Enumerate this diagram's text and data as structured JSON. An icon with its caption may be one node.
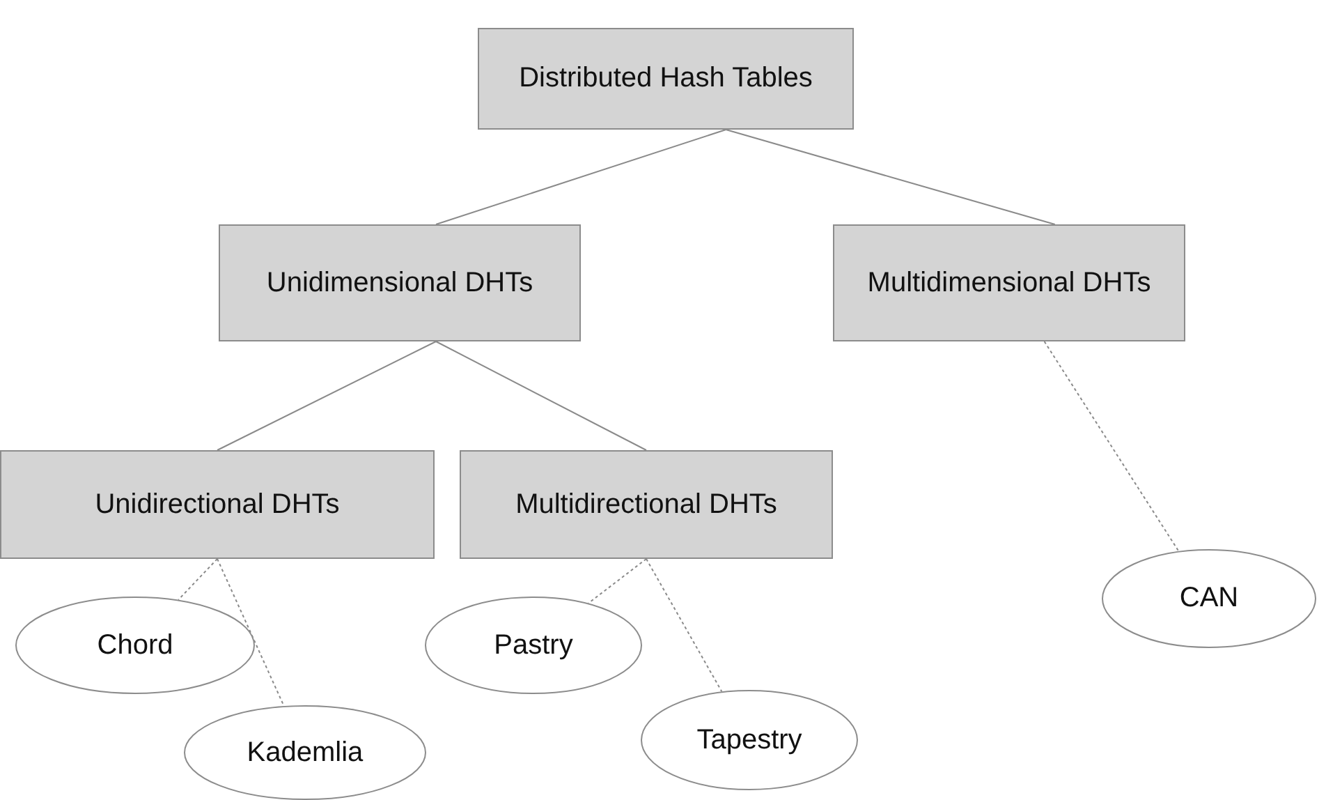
{
  "diagram": {
    "nodes": [
      {
        "text": [
          "Distributed Hash Tables"
        ]
      },
      {
        "text": [
          "Unidimensional DHTs"
        ]
      },
      {
        "text": [
          "Multidimensional DHTs"
        ]
      },
      {
        "text": [
          "Unidirectional DHTs"
        ]
      },
      {
        "text": [
          "Multidirectional DHTs"
        ]
      },
      {
        "text": [
          "Chord"
        ]
      },
      {
        "text": [
          "Kademlia"
        ]
      },
      {
        "text": [
          "Pastry"
        ]
      },
      {
        "text": [
          "Tapestry"
        ]
      },
      {
        "text": [
          "CAN"
        ]
      }
    ],
    "edges": [
      {
        "from": 0,
        "to": 1,
        "arrow": "none"
      },
      {
        "from": 0,
        "to": 2,
        "arrow": "none"
      },
      {
        "from": 1,
        "to": 3,
        "arrow": "none"
      },
      {
        "from": 1,
        "to": 4,
        "arrow": "none"
      },
      {
        "from": 3,
        "to": 5,
        "arrow": "none",
        "style": "dashed"
      },
      {
        "from": 3,
        "to": 6,
        "arrow": "none",
        "style": "dashed"
      },
      {
        "from": 4,
        "to": 7,
        "arrow": "none",
        "style": "dashed"
      },
      {
        "from": 4,
        "to": 8,
        "arrow": "none",
        "style": "dashed"
      },
      {
        "from": 2,
        "to": 9,
        "arrow": "none",
        "style": "dashed"
      }
    ]
  }
}
